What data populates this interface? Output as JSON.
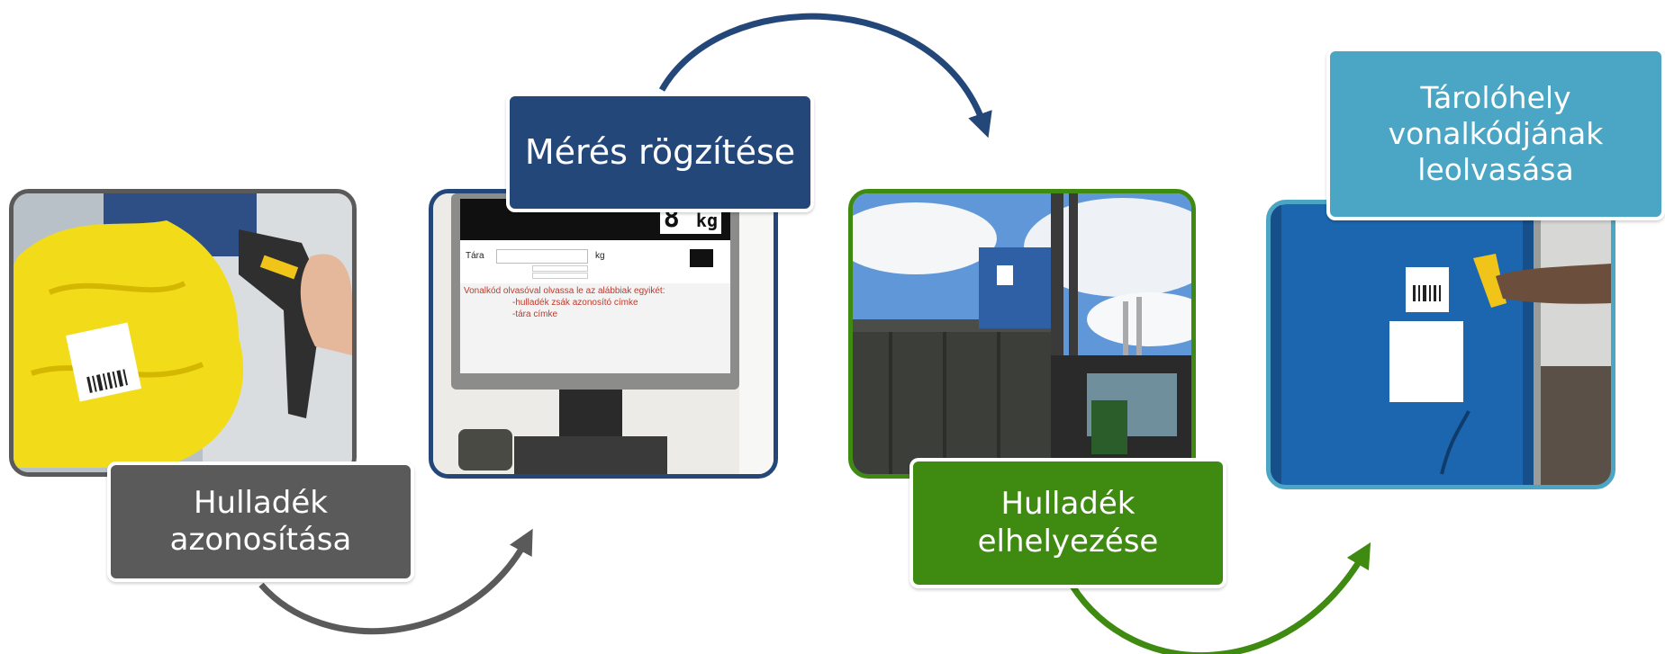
{
  "steps": [
    {
      "label": "Hulladék\nazonosítása",
      "color": "#5a5a5a"
    },
    {
      "label": "Mérés rögzítése",
      "color": "#24477a"
    },
    {
      "label": "Hulladék\nelhelyezése",
      "color": "#3f8a10"
    },
    {
      "label": "Tárolóhely\nvonalkódjának\nleolvasása",
      "color": "#4aa6c4"
    }
  ],
  "photos": [
    {
      "name": "bag-scan-photo",
      "border": "#5a5a5a",
      "icon": "yellow-waste-bag-with-barcode-scanner"
    },
    {
      "name": "scale-monitor-photo",
      "border": "#24477a",
      "icon": "scale-monitor-with-scanner"
    },
    {
      "name": "forklift-photo",
      "border": "#3f8a10",
      "icon": "forklift-unloading-container"
    },
    {
      "name": "container-scan-photo",
      "border": "#4aa6c4",
      "icon": "blue-container-barcode-scan"
    }
  ],
  "monitor": {
    "weight_value": "8",
    "weight_unit": "kg",
    "tara_label": "Tára",
    "tara_unit": "kg",
    "msg_line1": "Vonalkód olvasóval olvassa le az alábbiak egyikét:",
    "msg_line2": "-hulladék zsák azonosító címke",
    "msg_line3": "-tára címke"
  },
  "arrow_colors": [
    "#5a5a5a",
    "#24477a",
    "#3f8a10"
  ]
}
